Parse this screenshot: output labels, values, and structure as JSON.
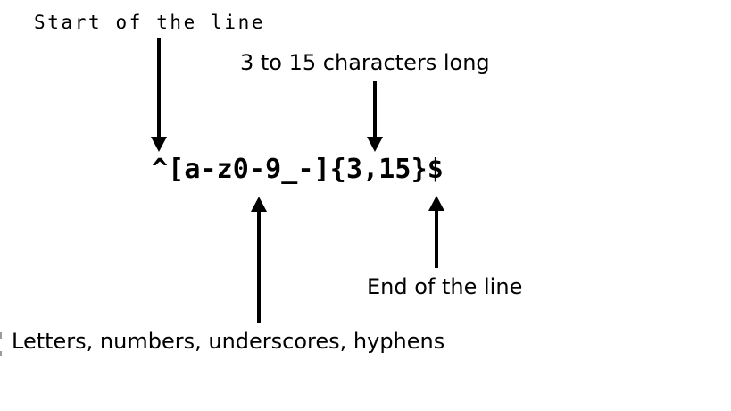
{
  "regex": {
    "pattern": "^[a-z0-9_-]{3,15}$"
  },
  "annotations": {
    "start_of_line": {
      "label": "Start of the line",
      "points_to": "^",
      "arrow_direction": "down"
    },
    "length": {
      "label": "3 to 15 characters long",
      "points_to": "{3,15}",
      "arrow_direction": "down"
    },
    "character_class": {
      "label": "Letters, numbers, underscores, hyphens",
      "points_to": "[a-z0-9_-]",
      "arrow_direction": "up"
    },
    "end_of_line": {
      "label": "End of the line",
      "points_to": "$",
      "arrow_direction": "up"
    }
  },
  "colors": {
    "foreground": "#000000",
    "background": "#ffffff",
    "edge_artifact": "#9a9a9a"
  }
}
